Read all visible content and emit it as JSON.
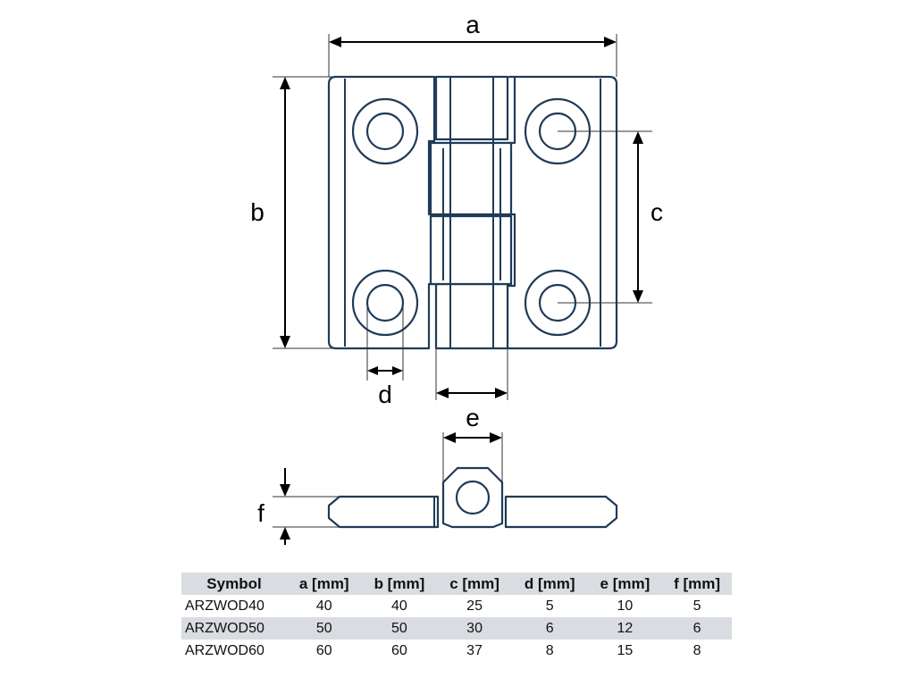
{
  "dimension_labels": {
    "a": "a",
    "b": "b",
    "c": "c",
    "d": "d",
    "e": "e",
    "f": "f"
  },
  "table": {
    "headers": [
      "Symbol",
      "a [mm]",
      "b [mm]",
      "c [mm]",
      "d [mm]",
      "e [mm]",
      "f [mm]"
    ],
    "rows": [
      [
        "ARZWOD40",
        "40",
        "40",
        "25",
        "5",
        "10",
        "5"
      ],
      [
        "ARZWOD50",
        "50",
        "50",
        "30",
        "6",
        "12",
        "6"
      ],
      [
        "ARZWOD60",
        "60",
        "60",
        "37",
        "8",
        "15",
        "8"
      ]
    ]
  },
  "colors": {
    "outline": "#1f3b57",
    "table_stripe": "#d9dce1"
  }
}
